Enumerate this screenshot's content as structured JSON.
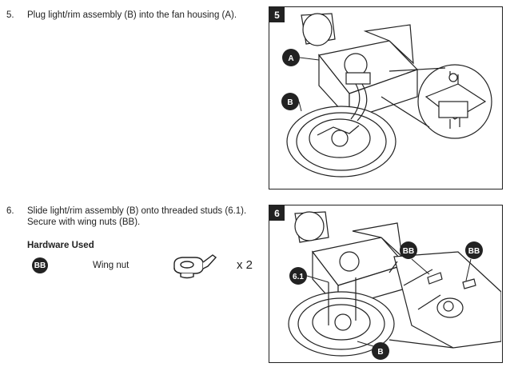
{
  "steps": [
    {
      "number": "5.",
      "lines": [
        "Plug light/rim assembly (B) into the fan housing (A)."
      ]
    },
    {
      "number": "6.",
      "lines": [
        "Slide light/rim assembly (B) onto threaded studs (6.1).",
        "Secure with wing nuts (BB)."
      ]
    }
  ],
  "hardware": {
    "title": "Hardware Used",
    "badge": "BB",
    "item": "Wing nut",
    "icon": "wing-nut-icon",
    "quantity": "x 2"
  },
  "figures": [
    {
      "tag": "5",
      "callouts": [
        "A",
        "B"
      ]
    },
    {
      "tag": "6",
      "callouts": [
        "6.1",
        "BB",
        "BB",
        "B"
      ]
    }
  ]
}
